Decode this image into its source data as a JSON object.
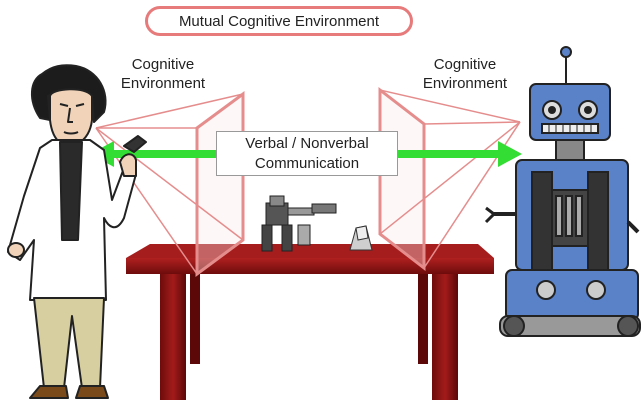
{
  "title": "Mutual Cognitive Environment",
  "left_label": [
    "Cognitive",
    "Environment"
  ],
  "right_label": [
    "Cognitive",
    "Environment"
  ],
  "communication": [
    "Verbal / Nonverbal",
    "Communication"
  ],
  "colors": {
    "frame_pink": "#e58d8d",
    "title_border": "#e77a7a",
    "arrow_green": "#33dd33",
    "table_red": "#8b1313",
    "robot_blue": "#5a82c8"
  }
}
